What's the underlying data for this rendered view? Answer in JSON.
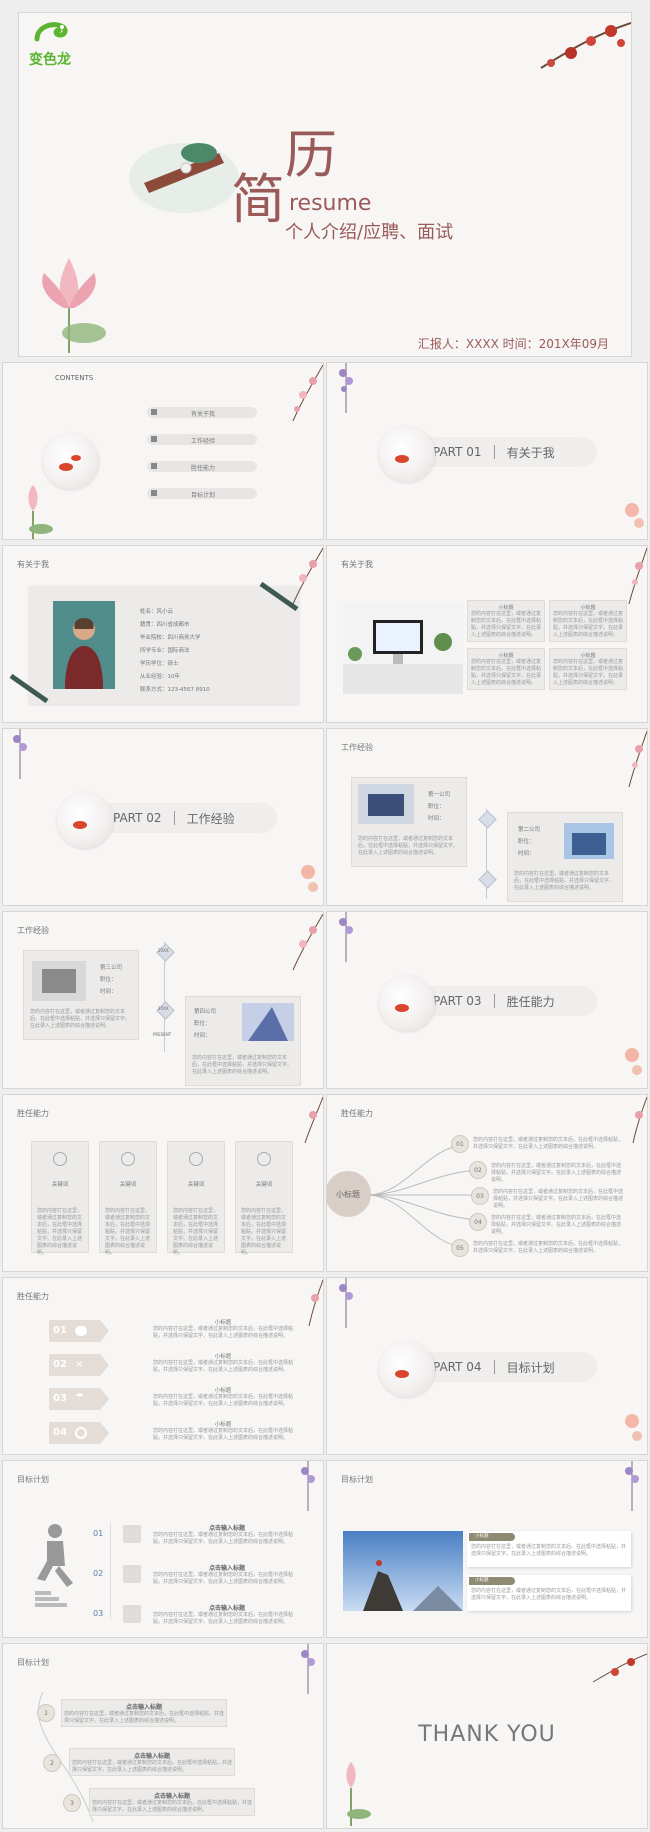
{
  "logo": {
    "text": "变色龙",
    "color": "#5cb531"
  },
  "cover": {
    "char1": "历",
    "char2": "简",
    "resume": "resume",
    "subtitle": "个人介绍/应聘、面试",
    "reporter": "汇报人：XXXX    时间：201X年09月",
    "accent": "#9b5a5a"
  },
  "contents": {
    "heading": "CONTENTS",
    "items": [
      "有关于我",
      "工作经验",
      "胜任能力",
      "目标计划"
    ]
  },
  "parts": [
    {
      "num": "PART 01",
      "name": "有关于我"
    },
    {
      "num": "PART 02",
      "name": "工作经验"
    },
    {
      "num": "PART 03",
      "name": "胜任能力"
    },
    {
      "num": "PART 04",
      "name": "目标计划"
    }
  ],
  "about": {
    "title": "有关于我",
    "fields": [
      "姓名：风小云",
      "籍贯：四川省成都市",
      "毕业院校：四川商务大学",
      "所学专业：国际商法",
      "学历学位：硕士",
      "从业经验：10年",
      "联系方式：123-4567 8910"
    ]
  },
  "about2": {
    "title": "有关于我",
    "box_title": "小标题",
    "box_text": "您的内容打在这里，或者通过复制您的文本后，在此框中选择粘贴，并选择只保留文字。在此录入上述图表的综合描述说明。"
  },
  "work": {
    "title": "工作经验",
    "company1": "第一公司",
    "company2": "第二公司",
    "company3": "第三公司",
    "company4": "第四公司",
    "pos": "职位：",
    "time": "时间：",
    "desc": "您的内容打在这里，或者通过复制您的文本后，在此框中选择粘贴，并选择只保留文字。在此录入上述图表的综合描述说明。",
    "year": "20XX",
    "present": "PRESENT"
  },
  "compet": {
    "title": "胜任能力",
    "keyword": "关键词",
    "card_text": "您的内容打在这里，或者通过复制您的文本后，在此框中选择粘贴，并选择只保留文字。在此录入上述图表的综合描述说明。",
    "center": "小标题",
    "nums": [
      "01",
      "02",
      "03",
      "04",
      "05"
    ],
    "line_text": "您的内容打在这里，或者通过复制您的文本后，在此框中选择粘贴，并选择只保留文字。在此录入上述图表的综合描述说明。"
  },
  "compet3": {
    "title": "胜任能力",
    "nums": [
      "01",
      "02",
      "03",
      "04"
    ],
    "sub": "小标题",
    "text": "您的内容打在这里，或者通过复制您的文本后，在此框中选择粘贴，并选择只保留文字。在此录入上述图表的综合描述说明。"
  },
  "goal": {
    "title": "目标计划",
    "input_title": "点击输入标题",
    "text": "您的内容打在这里，或者通过复制您的文本后，在此框中选择粘贴，并选择只保留文字。在此录入上述图表的综合描述说明。",
    "nums": [
      "01",
      "02",
      "03"
    ],
    "sub": "小标题",
    "circle_nums": [
      "1",
      "2",
      "3"
    ]
  },
  "thanks": "THANK YOU"
}
